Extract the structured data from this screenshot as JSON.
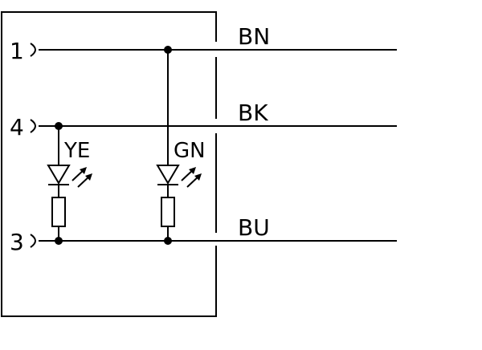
{
  "pins": [
    {
      "number": "1"
    },
    {
      "number": "4"
    },
    {
      "number": "3"
    }
  ],
  "wires": [
    {
      "color_code": "BN"
    },
    {
      "color_code": "BK"
    },
    {
      "color_code": "BU"
    }
  ],
  "leds": [
    {
      "color_code": "YE"
    },
    {
      "color_code": "GN"
    }
  ]
}
